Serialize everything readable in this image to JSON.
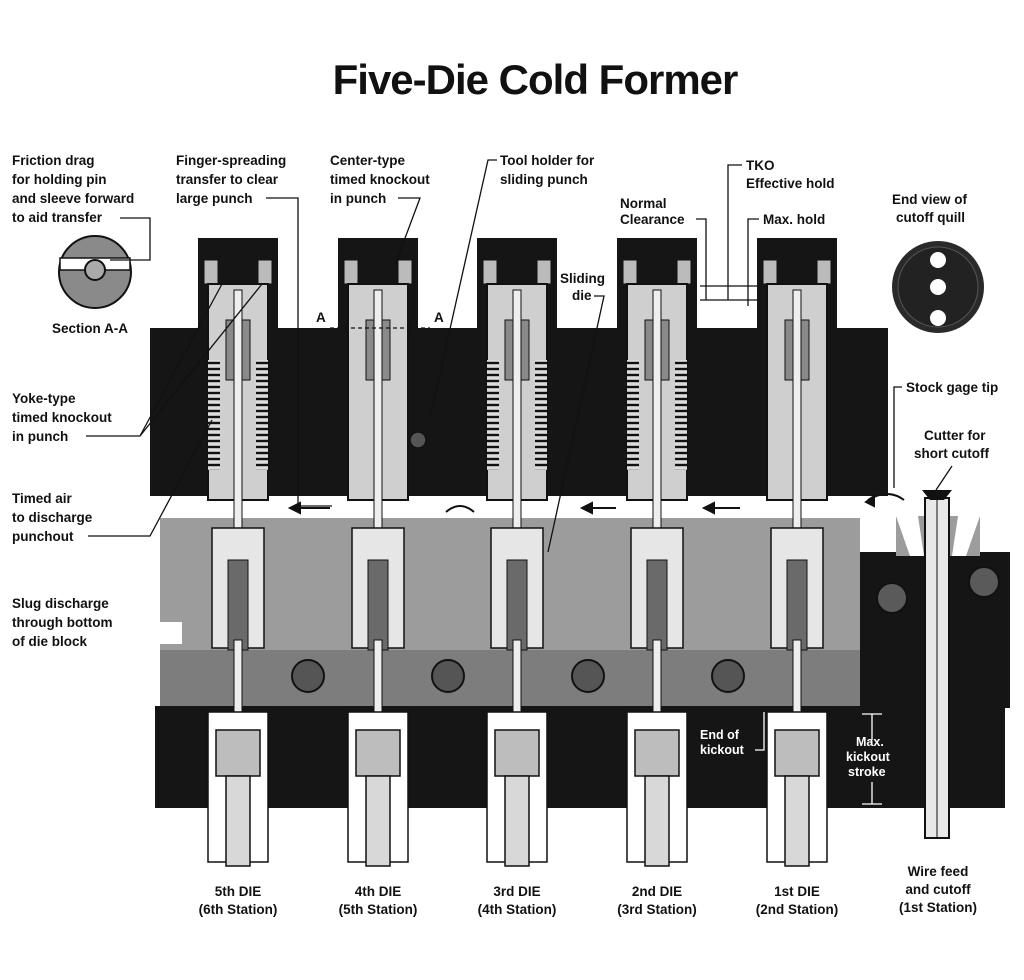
{
  "title": "Five-Die Cold Former",
  "callouts": {
    "friction_drag": [
      "Friction drag",
      "for holding pin",
      "and sleeve forward",
      "to aid transfer"
    ],
    "section": "Section A-A",
    "finger_transfer": [
      "Finger-spreading",
      "transfer to clear",
      "large punch"
    ],
    "center_knockout": [
      "Center-type",
      "timed knockout",
      "in punch"
    ],
    "tool_holder": [
      "Tool holder for",
      "sliding punch"
    ],
    "normal_clearance": [
      "Normal",
      "Clearance"
    ],
    "tko": [
      "TKO",
      "Effective hold"
    ],
    "max_hold": "Max. hold",
    "end_view": [
      "End view of",
      "cutoff quill"
    ],
    "sliding_die": [
      "Sliding",
      "die"
    ],
    "section_mark": "A",
    "yoke_knockout": [
      "Yoke-type",
      "timed knockout",
      "in punch"
    ],
    "timed_air": [
      "Timed air",
      "to discharge",
      "punchout"
    ],
    "slug_discharge": [
      "Slug discharge",
      "through bottom",
      "of die block"
    ],
    "stock_gage": "Stock gage tip",
    "cutter": [
      "Cutter for",
      "short cutoff"
    ],
    "end_kickout": [
      "End of",
      "kickout"
    ],
    "max_kickout": [
      "Max.",
      "kickout",
      "stroke"
    ]
  },
  "stations": [
    {
      "die": "5th DIE",
      "station": "(6th Station)"
    },
    {
      "die": "4th DIE",
      "station": "(5th Station)"
    },
    {
      "die": "3rd DIE",
      "station": "(4th Station)"
    },
    {
      "die": "2nd DIE",
      "station": "(3rd Station)"
    },
    {
      "die": "1st DIE",
      "station": "(2nd Station)"
    },
    {
      "die": "Wire feed",
      "station": "and cutoff",
      "extra": "(1st Station)"
    }
  ]
}
